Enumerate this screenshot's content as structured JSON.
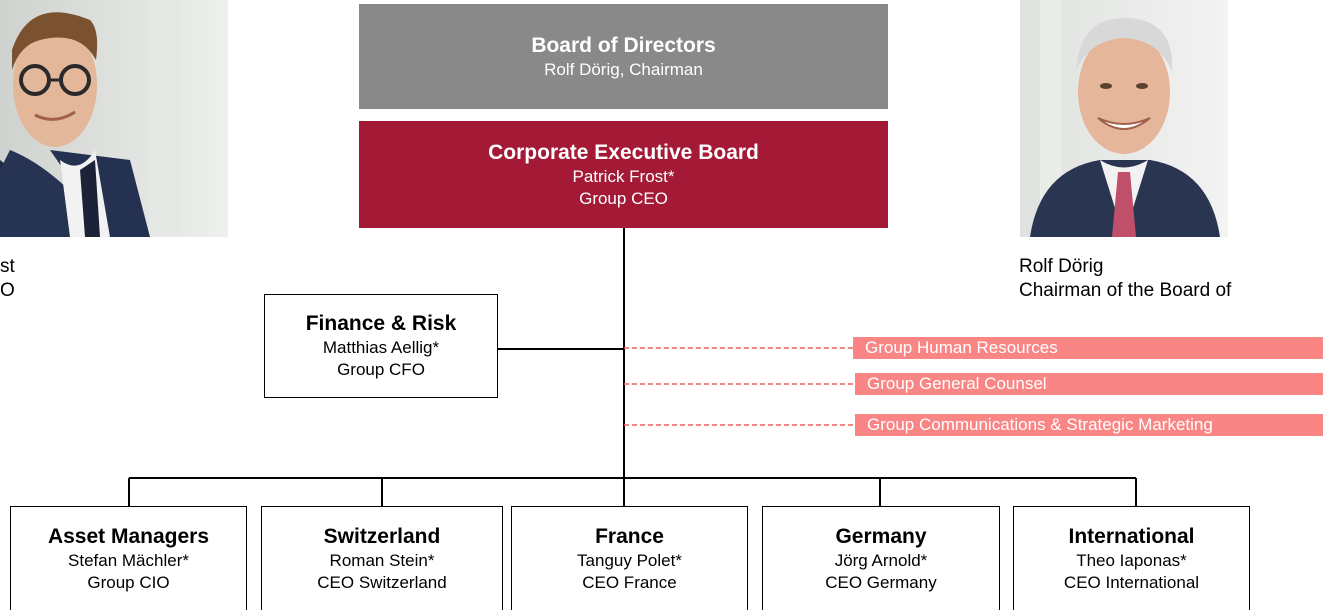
{
  "portraits": {
    "left": {
      "caption_line1": "st",
      "caption_line2": "O"
    },
    "right": {
      "caption_line1": "Rolf Dörig",
      "caption_line2": "Chairman of the Board of"
    }
  },
  "board": {
    "title": "Board of Directors",
    "line1": "Rolf Dörig, Chairman"
  },
  "ceb": {
    "title": "Corporate Executive Board",
    "line1": "Patrick Frost*",
    "line2": "Group CEO"
  },
  "finance": {
    "title": "Finance & Risk",
    "line1": "Matthias Aellig*",
    "line2": "Group CFO"
  },
  "staff_functions": [
    "Group Human Resources",
    "Group General Counsel",
    "Group Communications & Strategic Marketing"
  ],
  "divisions": [
    {
      "title": "Asset Managers",
      "line1": "Stefan Mächler*",
      "line2": "Group CIO"
    },
    {
      "title": "Switzerland",
      "line1": "Roman Stein*",
      "line2": "CEO Switzerland"
    },
    {
      "title": "France",
      "line1": "Tanguy Polet*",
      "line2": "CEO France"
    },
    {
      "title": "Germany",
      "line1": "Jörg Arnold*",
      "line2": "CEO Germany"
    },
    {
      "title": "International",
      "line1": "Theo Iaponas*",
      "line2": "CEO International"
    }
  ],
  "colors": {
    "board": "#898989",
    "ceb": "#a41a36",
    "staff": "#f98585",
    "dashed_line": "#f06060"
  }
}
